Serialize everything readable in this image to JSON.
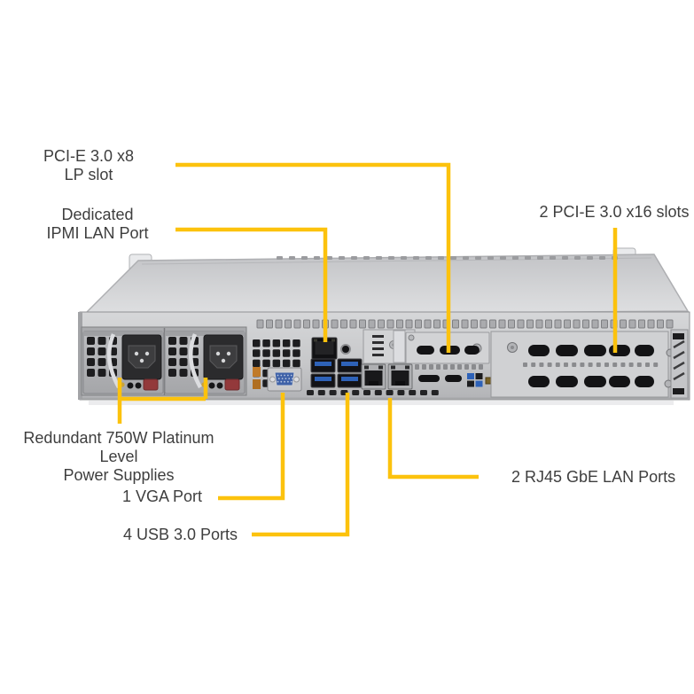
{
  "colors": {
    "background": "#FFFFFF",
    "callout_line": "#FCC20D",
    "label_text": "#3E3E3E",
    "chassis_light": "#D7D8DA",
    "chassis_dark": "#B4B5B8",
    "usb_blue": "#2E62B8",
    "vga_blue": "#3F62A8",
    "psu_clip_red": "#93393B"
  },
  "callouts": {
    "pcie_x8": {
      "label": "PCI-E 3.0 x8\nLP slot"
    },
    "ipmi": {
      "label": "Dedicated\nIPMI LAN Port"
    },
    "pcie_x16": {
      "label": "2 PCI-E 3.0 x16 slots"
    },
    "psu": {
      "label": "Redundant 750W Platinum Level\nPower Supplies"
    },
    "vga": {
      "label": "1 VGA Port"
    },
    "usb": {
      "label": "4 USB 3.0 Ports"
    },
    "lan": {
      "label": "2 RJ45 GbE LAN Ports"
    }
  }
}
